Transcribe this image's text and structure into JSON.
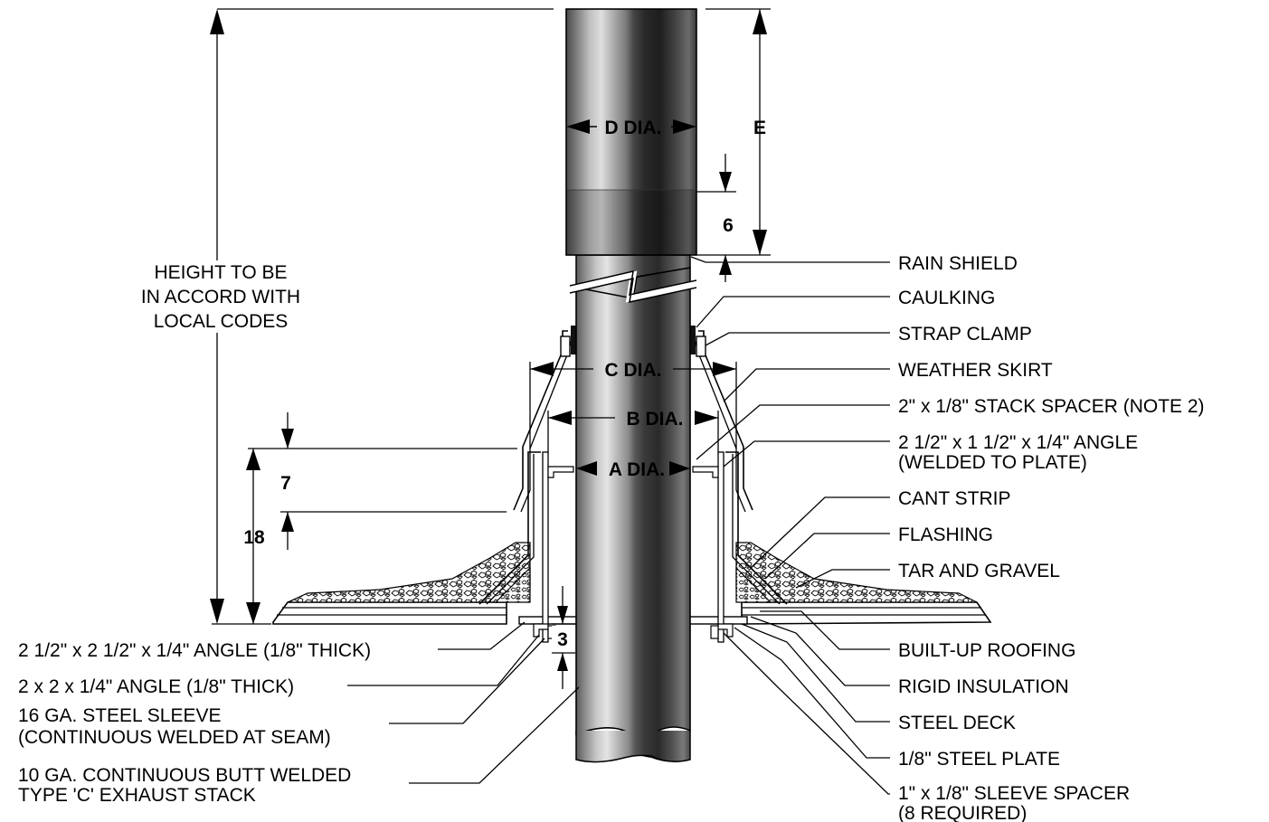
{
  "dimensions": {
    "d_dia": "D DIA.",
    "c_dia": "C DIA.",
    "b_dia": "B DIA.",
    "a_dia": "A DIA.",
    "e": "E",
    "six": "6",
    "seven": "7",
    "eighteen": "18",
    "three": "3"
  },
  "height_note": [
    "HEIGHT TO BE",
    "IN ACCORD WITH",
    "LOCAL CODES"
  ],
  "right_callouts": [
    {
      "lines": [
        "RAIN SHIELD"
      ]
    },
    {
      "lines": [
        "CAULKING"
      ]
    },
    {
      "lines": [
        "STRAP CLAMP"
      ]
    },
    {
      "lines": [
        "WEATHER SKIRT"
      ]
    },
    {
      "lines": [
        "2\" x 1/8\" STACK SPACER (NOTE 2)"
      ]
    },
    {
      "lines": [
        "2 1/2\" x 1 1/2\" x 1/4\" ANGLE",
        "(WELDED TO PLATE)"
      ]
    },
    {
      "lines": [
        "CANT STRIP"
      ]
    },
    {
      "lines": [
        "FLASHING"
      ]
    },
    {
      "lines": [
        "TAR AND GRAVEL"
      ]
    },
    {
      "lines": [
        "BUILT-UP ROOFING"
      ]
    },
    {
      "lines": [
        "RIGID INSULATION"
      ]
    },
    {
      "lines": [
        "STEEL DECK"
      ]
    },
    {
      "lines": [
        "1/8\" STEEL PLATE"
      ]
    },
    {
      "lines": [
        "1\" x 1/8\" SLEEVE SPACER",
        "(8 REQUIRED)"
      ]
    }
  ],
  "left_callouts": [
    {
      "lines": [
        "2 1/2\" x 2 1/2\" x 1/4\" ANGLE (1/8\" THICK)"
      ]
    },
    {
      "lines": [
        "2 x 2 x 1/4\" ANGLE (1/8\" THICK)"
      ]
    },
    {
      "lines": [
        "16 GA. STEEL SLEEVE",
        "(CONTINUOUS WELDED AT SEAM)"
      ]
    },
    {
      "lines": [
        "10 GA. CONTINUOUS BUTT WELDED",
        "TYPE 'C' EXHAUST STACK"
      ]
    }
  ]
}
